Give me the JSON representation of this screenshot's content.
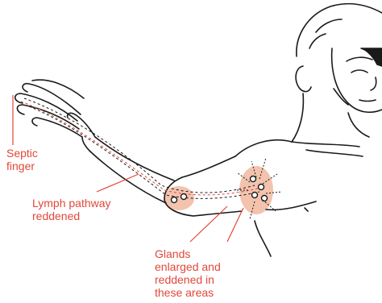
{
  "colors": {
    "accent": "#e0483a",
    "highlight": "#f3c3ae",
    "ink": "#1a1a1a"
  },
  "labels": {
    "septic": [
      "Septic",
      "finger"
    ],
    "lymph": [
      "Lymph pathway",
      "reddened"
    ],
    "glands": [
      "Glands",
      "enlarged and",
      "reddened in",
      "these areas"
    ]
  }
}
